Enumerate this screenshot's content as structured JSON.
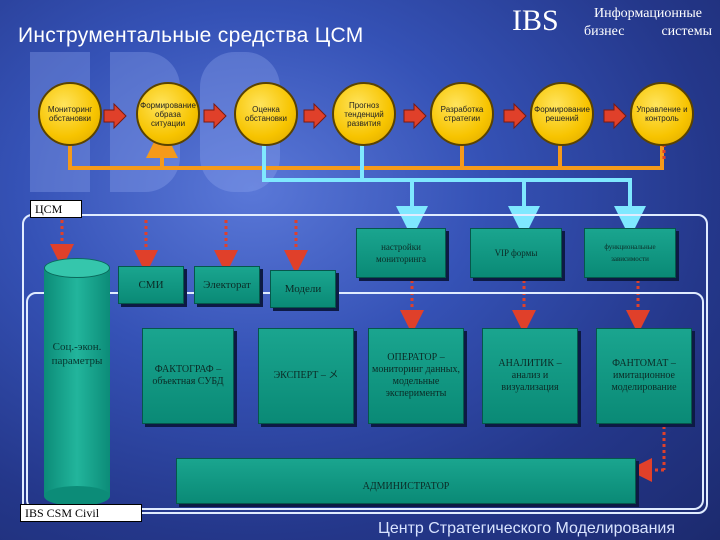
{
  "header": {
    "title": "Инструментальные средства ЦСМ",
    "brand": "IBS",
    "brand_caption_line1": "Информационные",
    "brand_caption_word1": "бизнес",
    "brand_caption_word2": "системы"
  },
  "process_steps": [
    {
      "label": "Мониторинг обстановки"
    },
    {
      "label": "Формирование образа ситуации"
    },
    {
      "label": "Оценка обстановки"
    },
    {
      "label": "Прогноз тенденций развития"
    },
    {
      "label": "Разработка стратегии"
    },
    {
      "label": "Формирование решений"
    },
    {
      "label": "Управление и контроль"
    }
  ],
  "csm_label": "ЦСМ",
  "top_boxes": [
    {
      "label": "настройки мониторинга"
    },
    {
      "label": "VIP формы"
    },
    {
      "label": "функциональные зависимости"
    }
  ],
  "small_boxes": [
    {
      "label": "СМИ"
    },
    {
      "label": "Электорат"
    },
    {
      "label": "Модели"
    }
  ],
  "cylinder_label": "Соц.-экон. параметры",
  "tools": [
    {
      "label": "ФАКТОГРАФ – объектная СУБД"
    },
    {
      "label": "ЭКСПЕРТ – メ"
    },
    {
      "label": "ОПЕРАТОР – мониторинг данных, модельные эксперименты"
    },
    {
      "label": "АНАЛИТИК – анализ и визуализация"
    },
    {
      "label": "ФАНТОМАТ – имитационное моделирование"
    }
  ],
  "admin_label": "АДМИНИСТРАТОР",
  "product_label": "IBS CSM Civil",
  "footer": "Центр Стратегического Моделирования",
  "colors": {
    "circle": "#f7c400",
    "box": "#0f9a84",
    "arrow_orange": "#f59a1a",
    "arrow_cyan": "#7fe8ff",
    "arrow_red": "#e0402a",
    "frame": "#e0ecff"
  }
}
